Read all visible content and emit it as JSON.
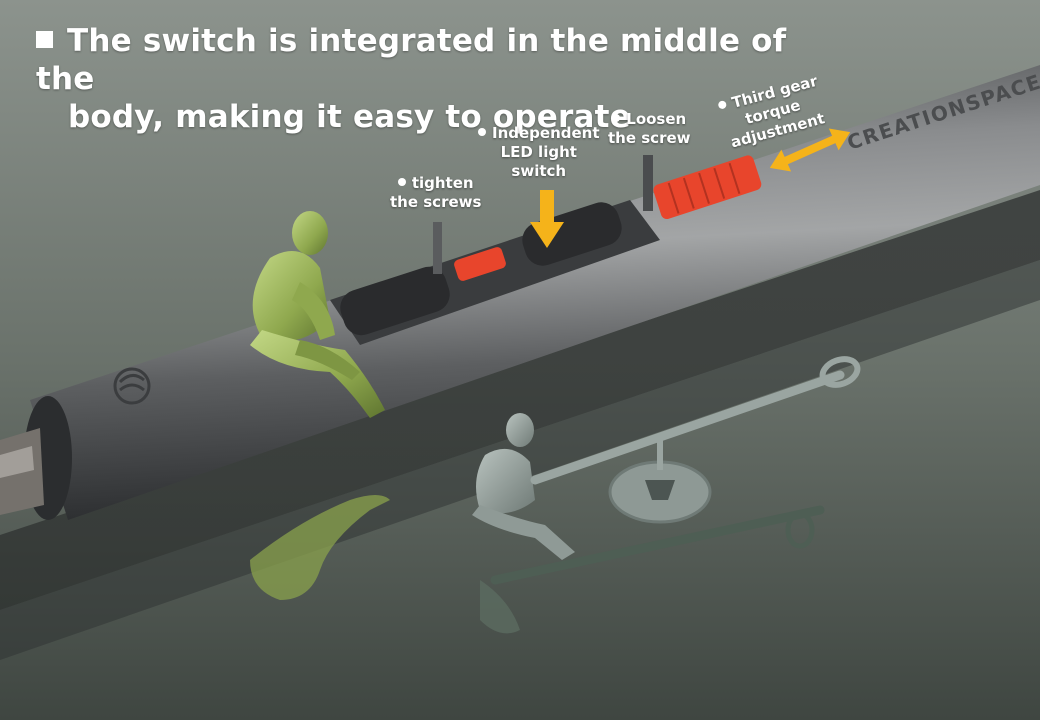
{
  "heading": {
    "line1": "The switch is integrated in the middle of the",
    "line2": "body, making it easy to operate"
  },
  "brand_engraving": "CREATIONSPACE",
  "callouts": {
    "tighten": {
      "line1": "tighten",
      "line2": "the screws"
    },
    "led": {
      "line1": "Independent",
      "line2": "LED light",
      "line3": "switch"
    },
    "loosen": {
      "line1": "Loosen",
      "line2": "the screw"
    },
    "torque": {
      "line1": "Third gear",
      "line2": "torque",
      "line3": "adjustment"
    }
  },
  "colors": {
    "background": "#5e6660",
    "body_metal": "#6d6f70",
    "button_black": "#2a2b2d",
    "button_red": "#e8452c",
    "arrow_yellow": "#f5b31a",
    "figure_green": "#9cb45a"
  }
}
